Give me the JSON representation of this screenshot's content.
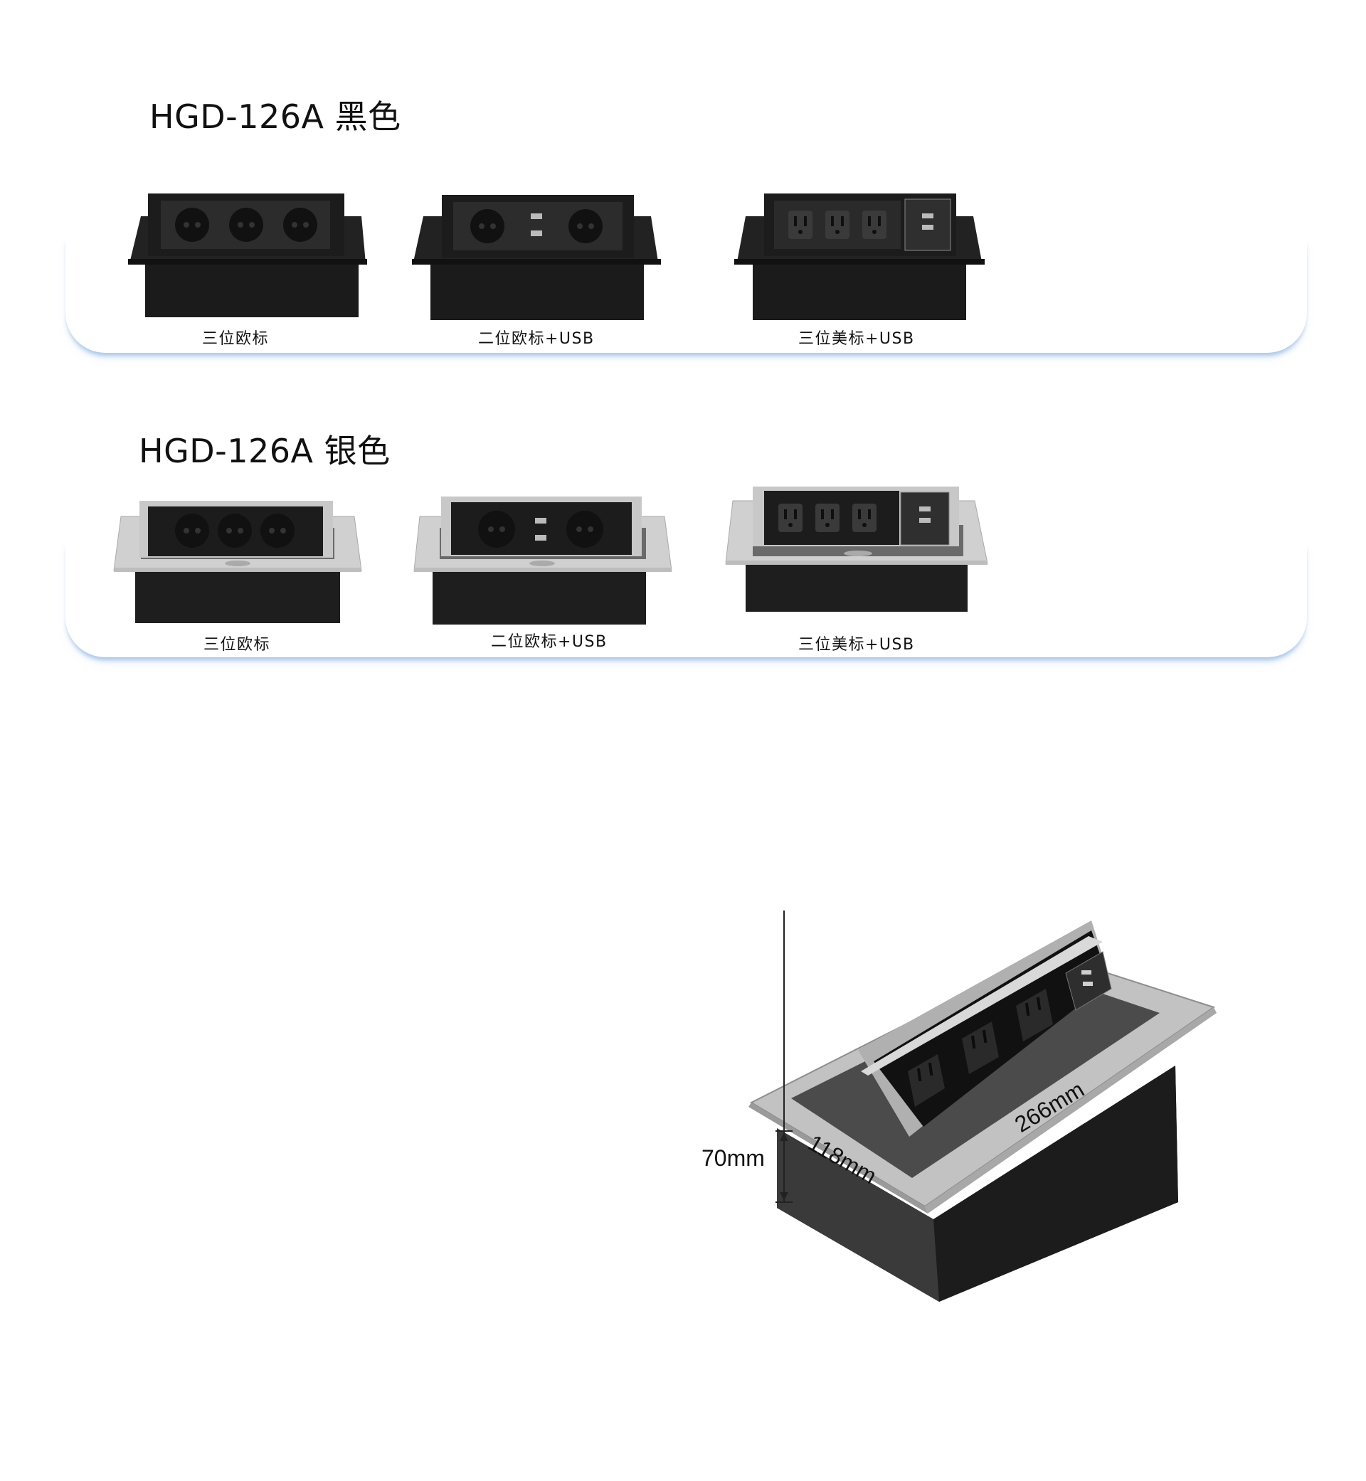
{
  "sections": [
    {
      "title": "HGD-126A 黑色",
      "finish": "black",
      "products": [
        {
          "caption": "三位欧标",
          "type": "eu3"
        },
        {
          "caption": "二位欧标+USB",
          "type": "eu2usb"
        },
        {
          "caption": "三位美标+USB",
          "type": "us3usb"
        }
      ]
    },
    {
      "title": "HGD-126A 银色",
      "finish": "silver",
      "products": [
        {
          "caption": "三位欧标",
          "type": "eu3"
        },
        {
          "caption": "二位欧标+USB",
          "type": "eu2usb"
        },
        {
          "caption": "三位美标+USB",
          "type": "us3usb"
        }
      ]
    }
  ],
  "dimensions": {
    "height": "70mm",
    "width": "118mm",
    "length": "266mm"
  },
  "colors": {
    "band_shadow": "#7fb0e0",
    "black_frame": "#1a1a1a",
    "silver_frame": "#c9c9c9",
    "box_body": "#202020"
  }
}
